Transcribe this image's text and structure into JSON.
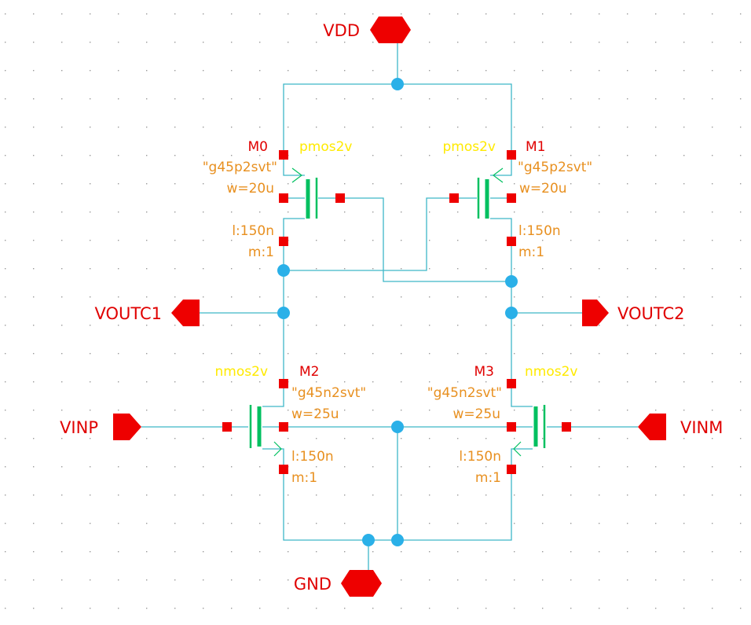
{
  "schematic": {
    "pins": {
      "vdd": "VDD",
      "gnd": "GND",
      "voutc1": "VOUTC1",
      "voutc2": "VOUTC2",
      "vinp": "VINP",
      "vinm": "VINM"
    },
    "devices": {
      "m0": {
        "name": "M0",
        "cell": "pmos2v",
        "model": "\"g45p2svt\"",
        "w": "w=20u",
        "l": "l:150n",
        "m": "m:1"
      },
      "m1": {
        "name": "M1",
        "cell": "pmos2v",
        "model": "\"g45p2svt\"",
        "w": "w=20u",
        "l": "l:150n",
        "m": "m:1"
      },
      "m2": {
        "name": "M2",
        "cell": "nmos2v",
        "model": "\"g45n2svt\"",
        "w": "w=25u",
        "l": "l:150n",
        "m": "m:1"
      },
      "m3": {
        "name": "M3",
        "cell": "nmos2v",
        "model": "\"g45n2svt\"",
        "w": "w=25u",
        "l": "l:150n",
        "m": "m:1"
      }
    }
  }
}
